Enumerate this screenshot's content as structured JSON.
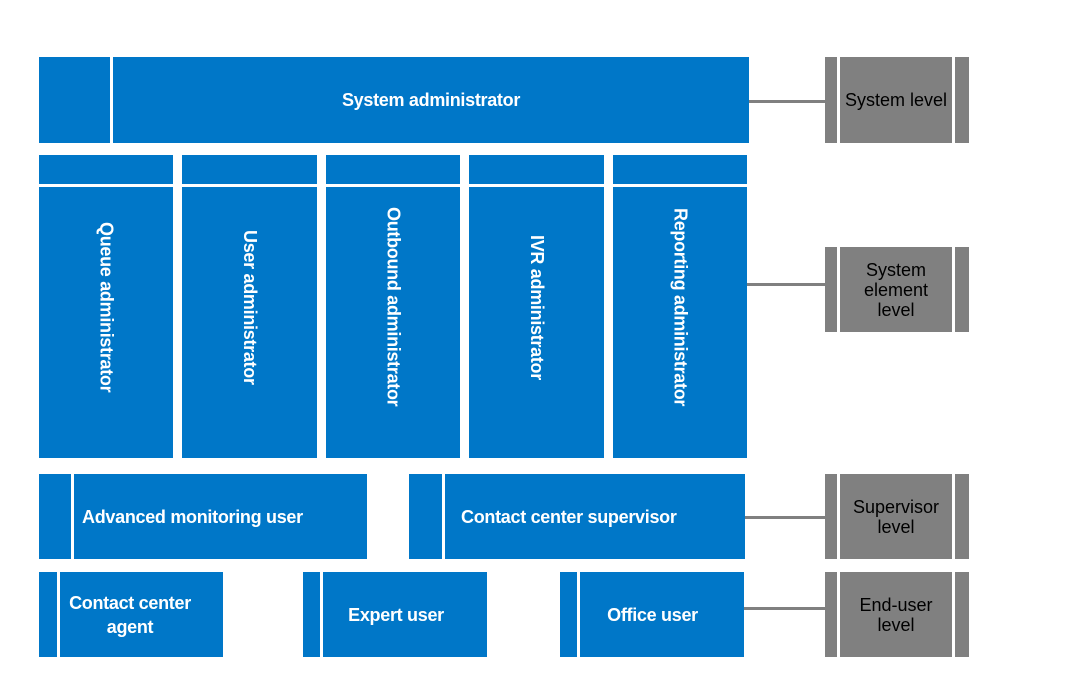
{
  "roles": {
    "system_administrator": "System administrator",
    "queue_administrator": "Queue administrator",
    "user_administrator": "User administrator",
    "outbound_administrator": "Outbound administrator",
    "ivr_administrator": "IVR administrator",
    "reporting_administrator": "Reporting administrator",
    "advanced_monitoring_user": "Advanced monitoring user",
    "contact_center_supervisor": "Contact center supervisor",
    "contact_center_agent": "Contact center agent",
    "expert_user": "Expert user",
    "office_user": "Office user"
  },
  "levels": {
    "system": "System level",
    "system_element": "System element level",
    "supervisor": "Supervisor level",
    "end_user": "End-user level"
  },
  "colors": {
    "role_box": "#0077c8",
    "level_box": "#808080",
    "connector": "#808080"
  }
}
